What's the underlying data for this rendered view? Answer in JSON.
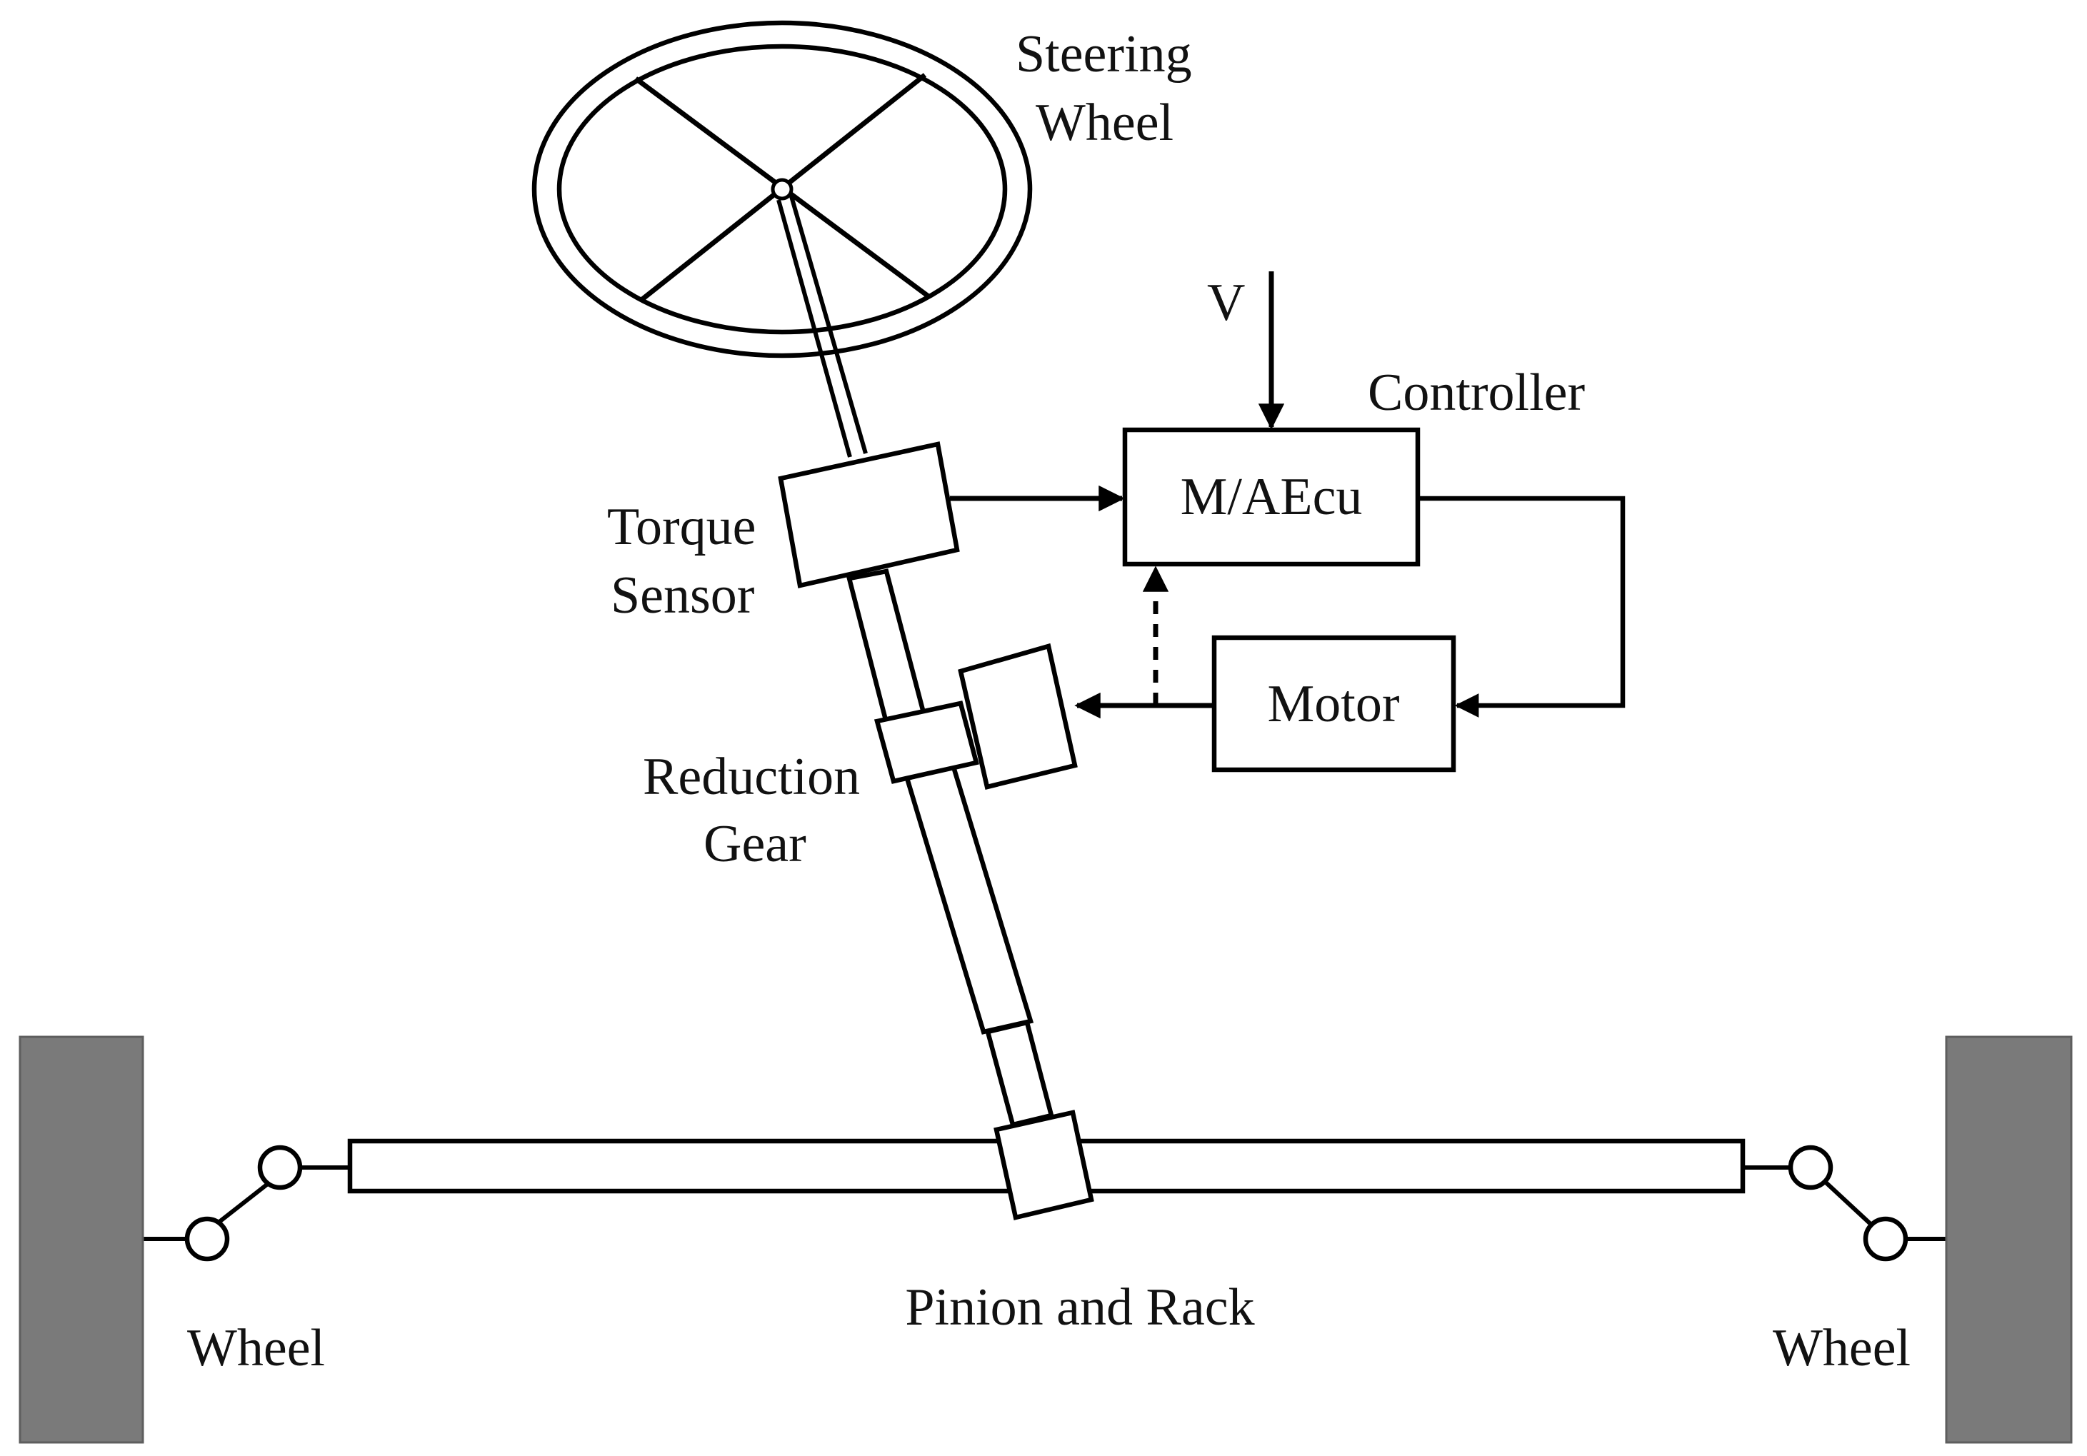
{
  "labels": {
    "steering_wheel_line1": "Steering",
    "steering_wheel_line2": "Wheel",
    "torque_sensor_line1": "Torque",
    "torque_sensor_line2": "Sensor",
    "reduction_gear_line1": "Reduction",
    "reduction_gear_line2": "Gear",
    "controller": "Controller",
    "velocity_input": "V",
    "ecu": "M/AEcu",
    "motor": "Motor",
    "pinion_and_rack": "Pinion and Rack",
    "left_wheel": "Wheel",
    "right_wheel": "Wheel"
  },
  "colors": {
    "line": "#000000",
    "tire": "#7a7a7a",
    "background": "#ffffff"
  }
}
